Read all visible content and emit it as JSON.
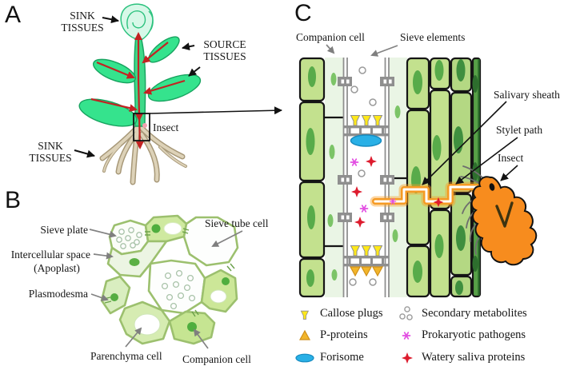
{
  "panelA": {
    "letter": "A",
    "sink_top": "SINK TISSUES",
    "source": "SOURCE TISSUES",
    "sink_bottom": "SINK TISSUES",
    "insect": "Insect"
  },
  "panelB": {
    "letter": "B",
    "sieve_plate": "Sieve plate",
    "intercellular_1": "Intercellular space",
    "intercellular_2": "(Apoplast)",
    "plasmodesma": "Plasmodesma",
    "parenchyma": "Parenchyma cell",
    "companion": "Companion cell",
    "sieve_tube": "Sieve tube cell"
  },
  "panelC": {
    "letter": "C",
    "companion_cell": "Companion cell",
    "sieve_elements": "Sieve elements",
    "salivary_sheath": "Salivary sheath",
    "stylet_path": "Stylet path",
    "insect": "Insect",
    "legend": [
      {
        "symbol": "callose-plug",
        "label": "Callose plugs"
      },
      {
        "symbol": "p-protein",
        "label": "P-proteins"
      },
      {
        "symbol": "forisome",
        "label": "Forisome"
      },
      {
        "symbol": "secondary-metabolites",
        "label": "Secondary metabolites"
      },
      {
        "symbol": "prokaryotic-pathogen",
        "label": "Prokaryotic pathogens"
      },
      {
        "symbol": "watery-saliva-protein",
        "label": "Watery saliva proteins"
      }
    ]
  },
  "colors": {
    "leaf_green": "#35e38d",
    "red_transport_arrow": "#c32222",
    "root_tan": "#ddd2b8",
    "cell_green": "#c3e18e",
    "cell_pale": "#eaf5e5",
    "nucleus_green": "#58ab4a",
    "dark_column_green": "#57a047",
    "wall_gray": "#8f8f8f",
    "callose_yellow": "#ffe81a",
    "p_protein_gold": "#f2b52a",
    "forisome_blue": "#29b0e6",
    "saliva_red": "#dd1b2d",
    "pathogen_magenta": "#e24fe2",
    "metabolite_gray": "#9a9a9a",
    "insect_orange": "#f78c1e",
    "stylet_orange": "#f59a23"
  }
}
